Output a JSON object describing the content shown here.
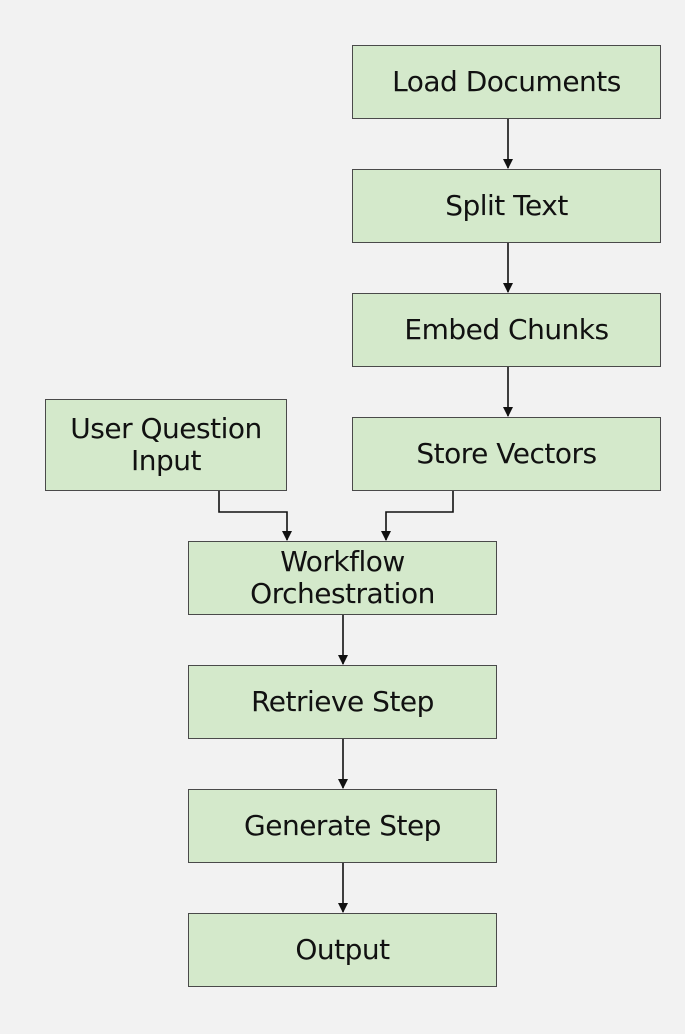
{
  "diagram": {
    "nodes": {
      "load": "Load Documents",
      "split": "Split Text",
      "embed": "Embed Chunks",
      "store": "Store Vectors",
      "question": "User Question Input",
      "orch": "Workflow Orchestration",
      "retrieve": "Retrieve Step",
      "generate": "Generate Step",
      "output": "Output"
    },
    "edges": [
      {
        "from": "load",
        "to": "split"
      },
      {
        "from": "split",
        "to": "embed"
      },
      {
        "from": "embed",
        "to": "store"
      },
      {
        "from": "question",
        "to": "orch"
      },
      {
        "from": "store",
        "to": "orch"
      },
      {
        "from": "orch",
        "to": "retrieve"
      },
      {
        "from": "retrieve",
        "to": "generate"
      },
      {
        "from": "generate",
        "to": "output"
      }
    ]
  },
  "colors": {
    "node_fill": "#d4e9cb",
    "node_border": "#4a4a4a",
    "edge": "#111111",
    "background": "#f2f2f2"
  }
}
